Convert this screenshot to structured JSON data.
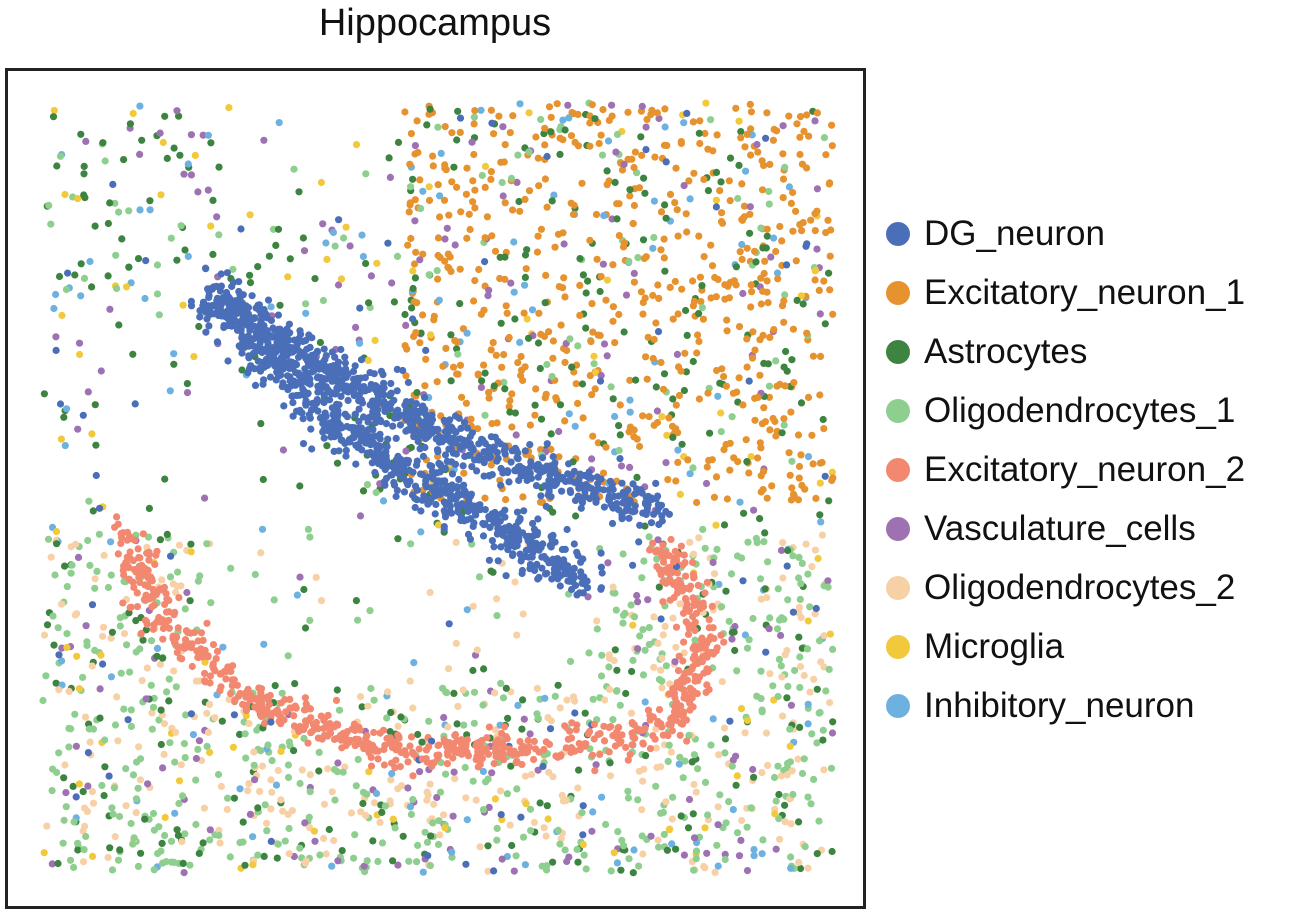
{
  "chart_data": {
    "type": "scatter",
    "title": "Hippocampus",
    "xlabel": "",
    "ylabel": "",
    "axes_visible": false,
    "grid": false,
    "legend_position": "right",
    "xlim": [
      0,
      1000
    ],
    "ylim": [
      0,
      1000
    ],
    "y_inverted": true,
    "categories": [
      {
        "name": "DG_neuron",
        "color": "#4a6fb8"
      },
      {
        "name": "Excitatory_neuron_1",
        "color": "#e5922f"
      },
      {
        "name": "Astrocytes",
        "color": "#3d8440"
      },
      {
        "name": "Oligodendrocytes_1",
        "color": "#8ecf90"
      },
      {
        "name": "Excitatory_neuron_2",
        "color": "#f38870"
      },
      {
        "name": "Vasculature_cells",
        "color": "#9e72b2"
      },
      {
        "name": "Oligodendrocytes_2",
        "color": "#f8d0a5"
      },
      {
        "name": "Microglia",
        "color": "#f1c93a"
      },
      {
        "name": "Inhibitory_neuron",
        "color": "#6cb1e0"
      }
    ],
    "spatial_structures": [
      {
        "category": "DG_neuron",
        "shape": "band",
        "path": [
          [
            211,
            247
          ],
          [
            370,
            351
          ],
          [
            522,
            442
          ],
          [
            787,
            532
          ]
        ],
        "spread": 14,
        "count": 700
      },
      {
        "category": "DG_neuron",
        "shape": "band",
        "path": [
          [
            215,
            250
          ],
          [
            370,
            416
          ],
          [
            522,
            519
          ],
          [
            686,
            623
          ]
        ],
        "spread": 16,
        "count": 700
      },
      {
        "category": "Excitatory_neuron_2",
        "shape": "band",
        "path": [
          [
            104,
            558
          ],
          [
            154,
            675
          ],
          [
            268,
            779
          ],
          [
            433,
            838
          ],
          [
            610,
            838
          ],
          [
            787,
            818
          ],
          [
            838,
            714
          ],
          [
            787,
            571
          ]
        ],
        "spread": 12,
        "count": 750
      },
      {
        "category": "Excitatory_neuron_1",
        "shape": "region",
        "box": [
          [
            458,
            0
          ],
          [
            1000,
            519
          ]
        ],
        "count": 650
      },
      {
        "category": "Astrocytes",
        "shape": "region",
        "box": [
          [
            0,
            0
          ],
          [
            1000,
            1000
          ]
        ],
        "count": 550
      },
      {
        "category": "Oligodendrocytes_1",
        "shape": "region",
        "box": [
          [
            0,
            560
          ],
          [
            1000,
            1000
          ]
        ],
        "count": 650
      },
      {
        "category": "Oligodendrocytes_1",
        "shape": "region",
        "box": [
          [
            0,
            0
          ],
          [
            1000,
            560
          ]
        ],
        "count": 120
      },
      {
        "category": "Oligodendrocytes_2",
        "shape": "region",
        "box": [
          [
            0,
            560
          ],
          [
            1000,
            1000
          ]
        ],
        "count": 420
      },
      {
        "category": "Vasculature_cells",
        "shape": "region",
        "box": [
          [
            0,
            0
          ],
          [
            1000,
            1000
          ]
        ],
        "count": 260
      },
      {
        "category": "Microglia",
        "shape": "region",
        "box": [
          [
            0,
            0
          ],
          [
            1000,
            1000
          ]
        ],
        "count": 130
      },
      {
        "category": "Inhibitory_neuron",
        "shape": "region",
        "box": [
          [
            0,
            0
          ],
          [
            1000,
            1000
          ]
        ],
        "count": 180
      },
      {
        "category": "DG_neuron",
        "shape": "region",
        "box": [
          [
            0,
            0
          ],
          [
            1000,
            1000
          ]
        ],
        "count": 90
      }
    ],
    "empty_regions": [
      {
        "box": [
          [
            240,
            0
          ],
          [
            458,
            150
          ]
        ]
      },
      {
        "box": [
          [
            80,
            330
          ],
          [
            400,
            560
          ]
        ]
      },
      {
        "box": [
          [
            200,
            560
          ],
          [
            700,
            760
          ]
        ]
      }
    ]
  }
}
